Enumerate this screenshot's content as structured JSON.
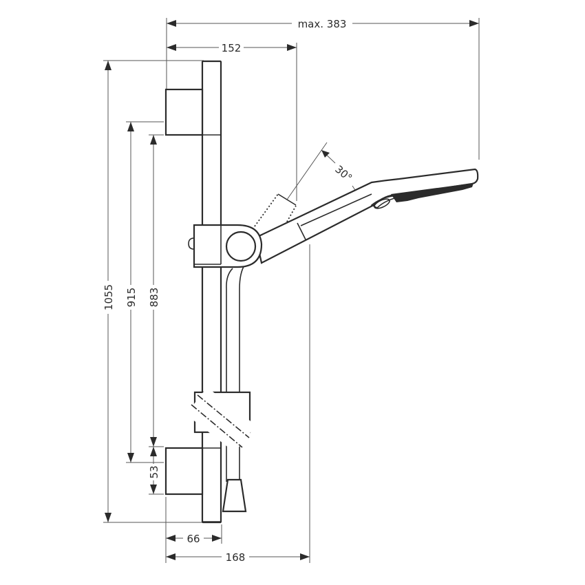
{
  "drawing": {
    "title": "Shower rail set dimension drawing",
    "units": "mm",
    "colors": {
      "line": "#2b2b2b",
      "dimension": "#555555",
      "background": "#ffffff"
    }
  },
  "dimensions": {
    "max_width": {
      "label": "max. 383",
      "value": 383
    },
    "rail_to_handle": {
      "label": "152",
      "value": 152
    },
    "total_height": {
      "label": "1055",
      "value": 1055
    },
    "bracket_span_outer": {
      "label": "915",
      "value": 915
    },
    "bracket_span_inner": {
      "label": "883",
      "value": 883
    },
    "bracket_height": {
      "label": "53",
      "value": 53
    },
    "wall_depth": {
      "label": "66",
      "value": 66
    },
    "total_depth": {
      "label": "168",
      "value": 168
    },
    "tilt_angle": {
      "label": "30°",
      "value": 30
    }
  },
  "components": [
    {
      "id": "wall-rail",
      "name": "Wall bar"
    },
    {
      "id": "upper-wall-bracket",
      "name": "Upper wall bracket"
    },
    {
      "id": "lower-wall-bracket",
      "name": "Lower wall bracket"
    },
    {
      "id": "slider",
      "name": "Sliding holder"
    },
    {
      "id": "hand-shower",
      "name": "Hand shower"
    },
    {
      "id": "hose",
      "name": "Shower hose"
    },
    {
      "id": "hose-connector",
      "name": "Hose connector"
    }
  ]
}
